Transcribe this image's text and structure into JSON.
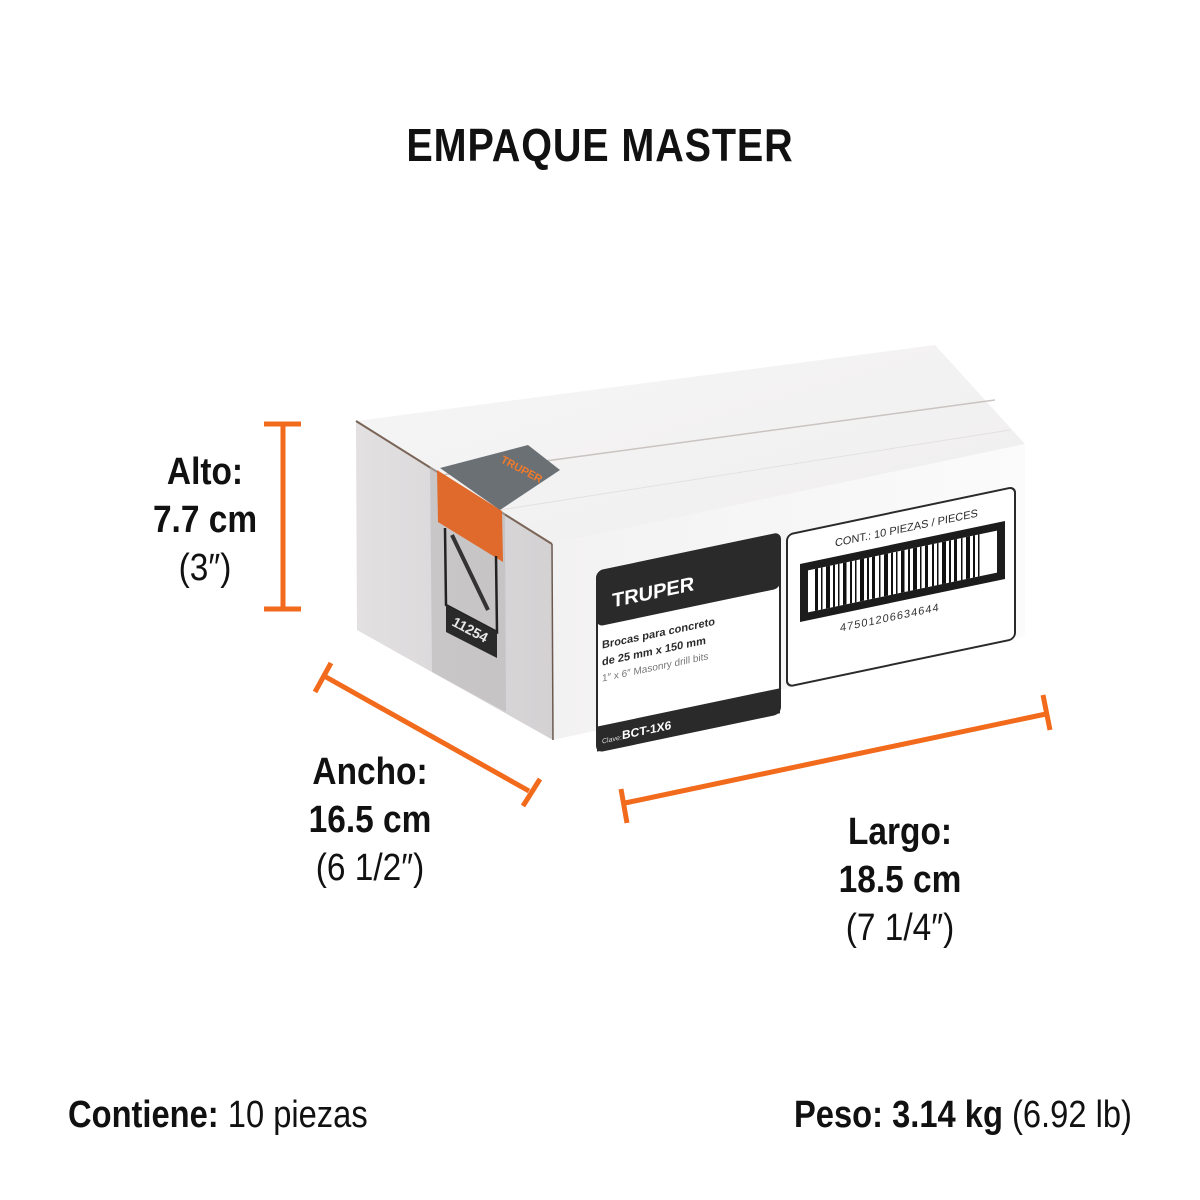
{
  "title": "EMPAQUE MASTER",
  "colors": {
    "accent_orange": "#F26A1B",
    "text": "#111111",
    "label_dark": "#2b2a2a",
    "box_white": "#f4f3f3",
    "box_side": "#dcdadb",
    "tape_grey": "#6b7075"
  },
  "dimensions": {
    "alto": {
      "label": "Alto:",
      "metric": "7.7 cm",
      "imperial": "(3″)"
    },
    "ancho": {
      "label": "Ancho:",
      "metric": "16.5 cm",
      "imperial": "(6 1/2″)"
    },
    "largo": {
      "label": "Largo:",
      "metric": "18.5 cm",
      "imperial": "(7 1/4″)"
    }
  },
  "box_label": {
    "brand": "TRUPER",
    "product_line1": "Brocas para concreto",
    "product_line2": "de 25 mm x 150 mm",
    "product_en": "1″ x 6″ Masonry drill bits",
    "clave_label": "Clave:",
    "clave": "BCT-1X6",
    "contents": "CONT.: 10 PIEZAS / PIECES",
    "barcode_number": "47501206634644",
    "side_code": "11254",
    "tape_brand": "TRUPER"
  },
  "footer": {
    "contiene_label": "Contiene:",
    "contiene_value": "10 piezas",
    "peso_label": "Peso:",
    "peso_value": "3.14 kg",
    "peso_imperial": "(6.92 lb)"
  }
}
